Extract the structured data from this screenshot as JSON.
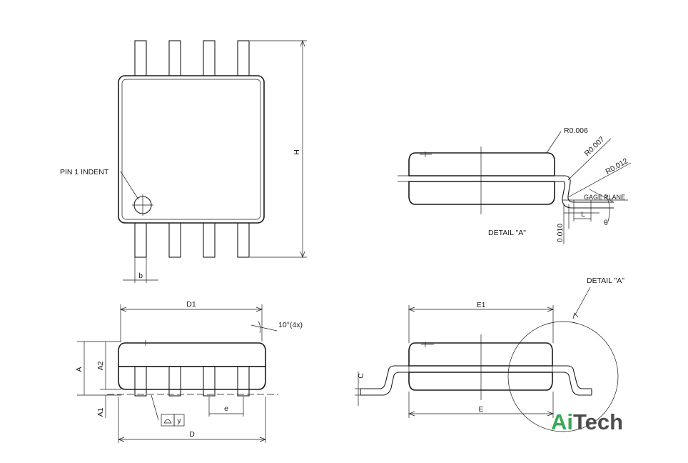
{
  "labels": {
    "pin1": "PIN 1 INDENT",
    "H": "H",
    "b": "b",
    "D1": "D1",
    "angle": "10°(4x)",
    "A": "A",
    "A2": "A2",
    "A1": "A1",
    "y": "y",
    "e": "e",
    "D": "D",
    "E1": "E1",
    "C": "C",
    "E": "E",
    "detailA_callout": "DETAIL \"A\"",
    "detailA_title": "DETAIL \"A\"",
    "r006": "R0.006",
    "r007": "R0.007",
    "r012": "R0.012",
    "gage": "GAGE PLANE",
    "L": "L",
    "theta": "θ",
    "d010": "0.010"
  },
  "logo": {
    "prefix": "Ai",
    "suffix": "Tech",
    "accent": "#3aa757",
    "dark": "#4d4d4d"
  }
}
